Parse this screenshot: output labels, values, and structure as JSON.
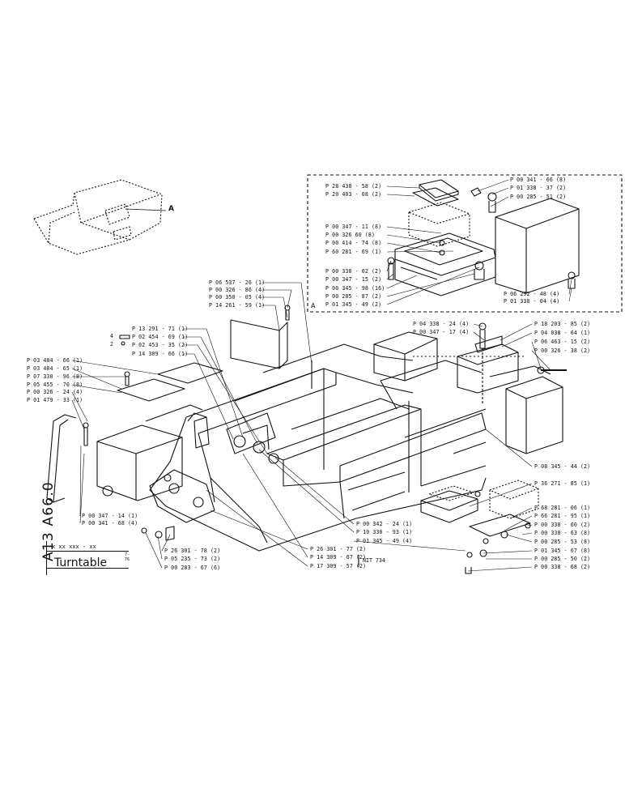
{
  "document": {
    "number": "A13 A66.0",
    "code": "x xx xxx - xx",
    "date": "7-76",
    "title": "Turntable",
    "detail_marker": "A",
    "callout_marker": "A",
    "nit_note": "NIT 734"
  },
  "part_labels": {
    "p28_438_58": "P 28 438 - 58 (2)",
    "p20_403_08": "P 20 403 - 08 (2)",
    "p00_347_11": "P 00 347 - 11 (8)",
    "p00_326_60": "P 00 326 60 (8)",
    "p00_414_74": "P 00 414 - 74 (8)",
    "p60_281_69": "P 60 281 - 69 (1)",
    "p00_338_02": "P 00 338 - 02 (2)",
    "p00_347_15": "P 00 347 - 15 (2)",
    "p00_345_98": "P 00 345 - 98 (16)",
    "p00_285_87": "P 00 285 - 87 (2)",
    "p01_345_49_a": "P 01 345 - 49 (2)",
    "p00_341_66": "P 00 341 - 66 (8)",
    "p01_338_37": "P 01 338 - 37 (2)",
    "p00_285_51": "P 00 285 - 51 (2)",
    "p06_292_48": "P 06 292 - 48 (4)",
    "p01_338_04": "P 01 338 - 04 (4)",
    "p06_537_26": "P 06 537 - 26 (1)",
    "p00_326_86": "P 00 326 - 86 (4)",
    "p00_350_05": "P 00 350 - 05 (4)",
    "p14_261_59": "P 14 261 - 59 (1)",
    "p13_291_71": "P 13 291 - 71 (1)",
    "p02_454_69": "P 02 454 - 69 (1)",
    "p02_453_35": "P 02 453 - 35 (2)",
    "p14_309_66": "P 14 309 - 66 (1)",
    "p03_484_66": "P 03 484 - 66 (1)",
    "p03_484_65": "P 03 484 - 65 (1)",
    "p07_330_96": "P 07 330 - 96 (8)",
    "p05_455_70": "P 05 455 - 70 (8)",
    "p00_326_24": "P 00 326 - 24 (4)",
    "p01_479_33": "P 01 479 - 33 (1)",
    "p04_338_24": "P 04 338 - 24 (4)",
    "p00_347_17": "P 00 347 - 17 (4)",
    "p18_203_85": "P 18 203 - 85 (2)",
    "p04_038_64": "P 04 038 - 64 (1)",
    "p06_463_15": "P 06 463 - 15 (2)",
    "p00_326_38": "P 00 326 - 38 (2)",
    "p08_345_44": "P 08 345 - 44 (2)",
    "p36_271_85": "P 36 271 - 85 (1)",
    "p68_281_06": "P 68 281 - 06 (1)",
    "p66_281_95": "P 66 281 - 95 (1)",
    "p00_338_60": "P 00 338 - 60 (2)",
    "p00_338_63": "P 00 338 - 63 (8)",
    "p00_285_53": "P 00 285 - 53 (8)",
    "p01_345_67": "P 01 345 - 67 (8)",
    "p00_285_50": "P 00 285 - 50 (2)",
    "p00_338_68": "P 00 338 - 68 (2)",
    "p00_347_14": "P 00 347 - 14 (1)",
    "p00_341_68": "P 00 341 - 68 (4)",
    "p00_342_24": "P 00 342 - 24 (1)",
    "p10_330_93": "P 10 330 - 93 (1)",
    "p01_345_49_b": "P 01 345 - 49 (4)",
    "p26_301_77": "P 26 301 - 77 (2)",
    "p14_309_67": "P 14 309 - 67 (2)",
    "p17_309_57": "P 17 309 - 57 (2)",
    "p26_301_78": "P 26 301 - 78 (2)",
    "p05_235_73": "P 05 235 - 73 (2)",
    "p00_283_67": "P 00 283 - 67 (6)"
  },
  "ref_numbers": {
    "n4": "4",
    "n2": "2"
  }
}
